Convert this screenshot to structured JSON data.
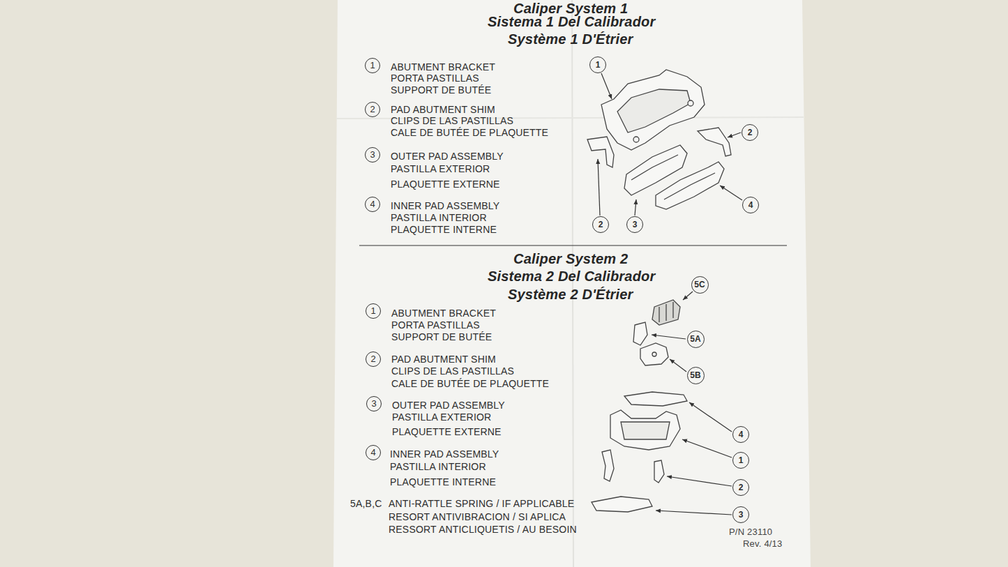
{
  "diagram": {
    "nodes": [
      {
        "text": [
          "1"
        ]
      },
      {
        "text": [
          "2"
        ]
      },
      {
        "text": [
          "3"
        ]
      },
      {
        "text": [
          "4"
        ]
      },
      {
        "text": [
          "1"
        ]
      },
      {
        "text": [
          "2"
        ]
      },
      {
        "text": [
          "2"
        ]
      },
      {
        "text": [
          "3"
        ]
      },
      {
        "text": [
          "4"
        ]
      },
      {
        "text": [
          "1"
        ]
      },
      {
        "text": [
          "2"
        ]
      },
      {
        "text": [
          "3"
        ]
      },
      {
        "text": [
          "4"
        ]
      },
      {
        "text": [
          "5C"
        ]
      },
      {
        "text": [
          "5A"
        ]
      },
      {
        "text": [
          "5B"
        ]
      },
      {
        "text": [
          "4"
        ]
      },
      {
        "text": [
          "1"
        ]
      },
      {
        "text": [
          "2"
        ]
      },
      {
        "text": [
          "3"
        ]
      }
    ],
    "labels": [
      "Caliper System 1",
      "Sistema 1 Del Calibrador",
      "Système 1 D'Étrier",
      "ABUTMENT BRACKET",
      "PORTA PASTILLAS",
      "SUPPORT DE BUTÉE",
      "PAD ABUTMENT SHIM",
      "CLIPS DE LAS PASTILLAS",
      "CALE DE BUTÉE DE PLAQUETTE",
      "OUTER PAD ASSEMBLY",
      "PASTILLA EXTERIOR",
      "PLAQUETTE EXTERNE",
      "INNER PAD ASSEMBLY",
      "PASTILLA INTERIOR",
      "PLAQUETTE INTERNE",
      "Caliper System 2",
      "Sistema 2 Del Calibrador",
      "Système 2 D'Étrier",
      "ABUTMENT BRACKET",
      "PORTA PASTILLAS",
      "SUPPORT DE BUTÉE",
      "PAD ABUTMENT SHIM",
      "CLIPS DE LAS PASTILLAS",
      "CALE DE BUTÉE DE PLAQUETTE",
      "OUTER PAD ASSEMBLY",
      "PASTILLA EXTERIOR",
      "PLAQUETTE EXTERNE",
      "INNER PAD ASSEMBLY",
      "PASTILLA INTERIOR",
      "PLAQUETTE INTERNE",
      "5A,B,C",
      "ANTI-RATTLE SPRING / IF APPLICABLE",
      "RESORT ANTIVIBRACION / SI APLICA",
      "RESSORT ANTICLIQUETIS / AU BESOIN",
      "P/N 23110",
      "Rev. 4/13"
    ]
  }
}
